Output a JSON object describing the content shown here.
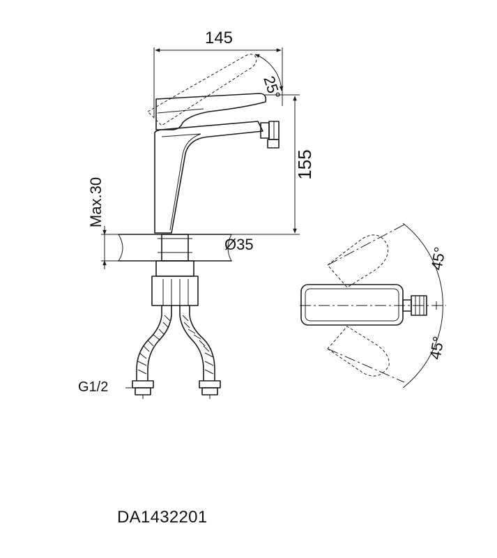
{
  "dimensions": {
    "width_label": "145",
    "height_label": "155",
    "lever_angle_label": "25°",
    "max_thickness_label": "Max.30",
    "hole_diameter_label": "Ø35",
    "thread_label": "G1/2",
    "rotation_left_label": "45°",
    "rotation_right_label": "45°"
  },
  "product": {
    "code": "DA1432201"
  }
}
